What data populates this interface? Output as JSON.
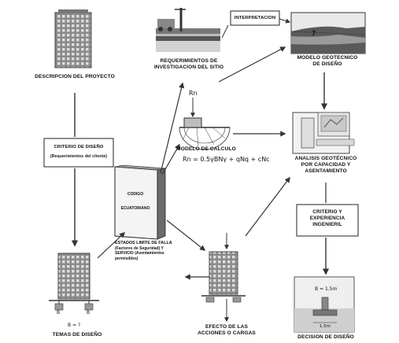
{
  "nodes": {
    "descripcion": "DESCRIPCION DEL PROYECTO",
    "requerimientos": "REQUERIMIENTOS DE\nINVESTIGACION DEL SITIO",
    "interpretacion": "INTERPRETACION",
    "modelo_geotecnico": "MODELO GEOTECNICO\nDE DISEÑO",
    "modelo_calculo": "MODELO DE CALCULO",
    "formula": "Rn = 0.5γBNγ + qNq + cNc",
    "rn_label": "Rn",
    "criterio_title": "CRITERIO DE DISEÑO",
    "criterio_sub": "(Requerimientos del cliente)",
    "codigo_line1": "CODIGO",
    "codigo_line2": "ECUATORIANO",
    "analisis": "ANALISIS GEOTÉCNICO\nPOR CAPACIDAD Y\nASENTAMIENTO",
    "criterio_experiencia": "CRITERIO Y\nEXPERIENCIA\nINGENIERIL",
    "estados_title": "ESTADOS LIMITE DE FALLA",
    "estados_body": "(Factores de Seguridad) Y\nSERVICIO (Asentamientos\npermisibles)",
    "temas": "TEMAS DE DISEÑO",
    "b_unknown": "B = ?",
    "b_small": "B",
    "efecto": "EFECTO DE LAS\nACCIONES O CARGAS",
    "decision": "DECISION DE DISEÑO",
    "b_value": "B = 1.5m",
    "b_value_bottom": "1.5m",
    "question": "?"
  }
}
